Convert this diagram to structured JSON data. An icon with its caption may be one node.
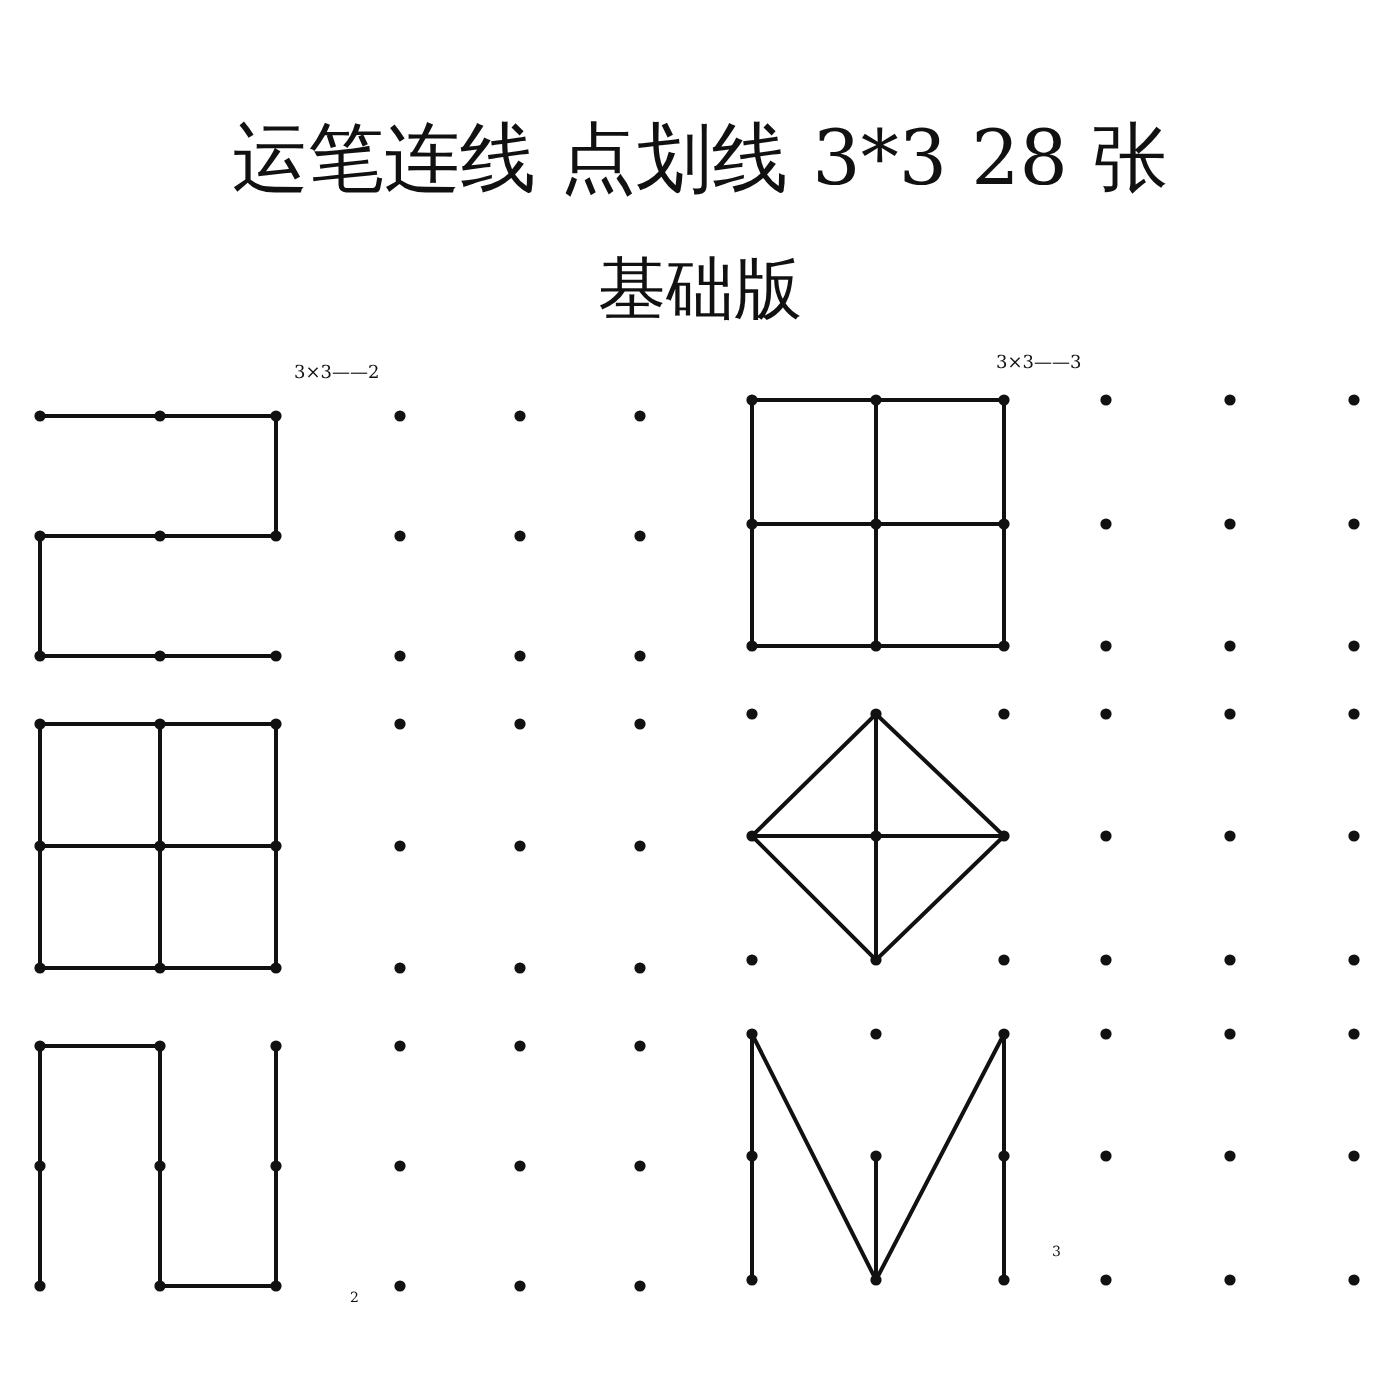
{
  "diagram": {
    "title": "运笔连线 点划线 3*3 28 张",
    "labels": [
      "基础版",
      "3×3——2",
      "3×3——3",
      "2",
      "3"
    ]
  }
}
